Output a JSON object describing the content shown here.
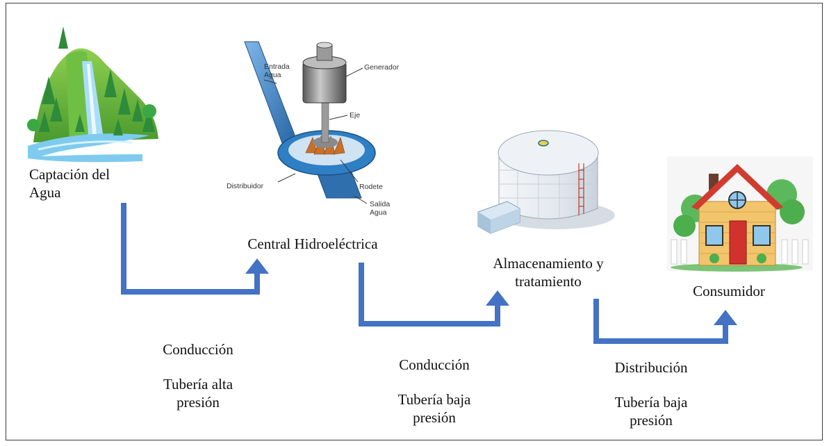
{
  "nodes": {
    "captacion": "Captación del Agua",
    "central": "Central Hidroeléctrica",
    "almacenamiento": "Almacenamiento y tratamiento",
    "consumidor": "Consumidor"
  },
  "turbine_labels": {
    "entrada": "Entrada Agua",
    "generador": "Generador",
    "eje": "Eje",
    "distribuidor": "Distribuidor",
    "rodete": "Rodete",
    "salida": "Salida Agua"
  },
  "edges": [
    {
      "title": "Conducción",
      "subtitle": "Tubería alta presión"
    },
    {
      "title": "Conducción",
      "subtitle": "Tubería baja presión"
    },
    {
      "title": "Distribución",
      "subtitle": "Tubería baja presión"
    }
  ],
  "colors": {
    "arrow": "#4472c4",
    "frame": "#3a3a3a"
  }
}
